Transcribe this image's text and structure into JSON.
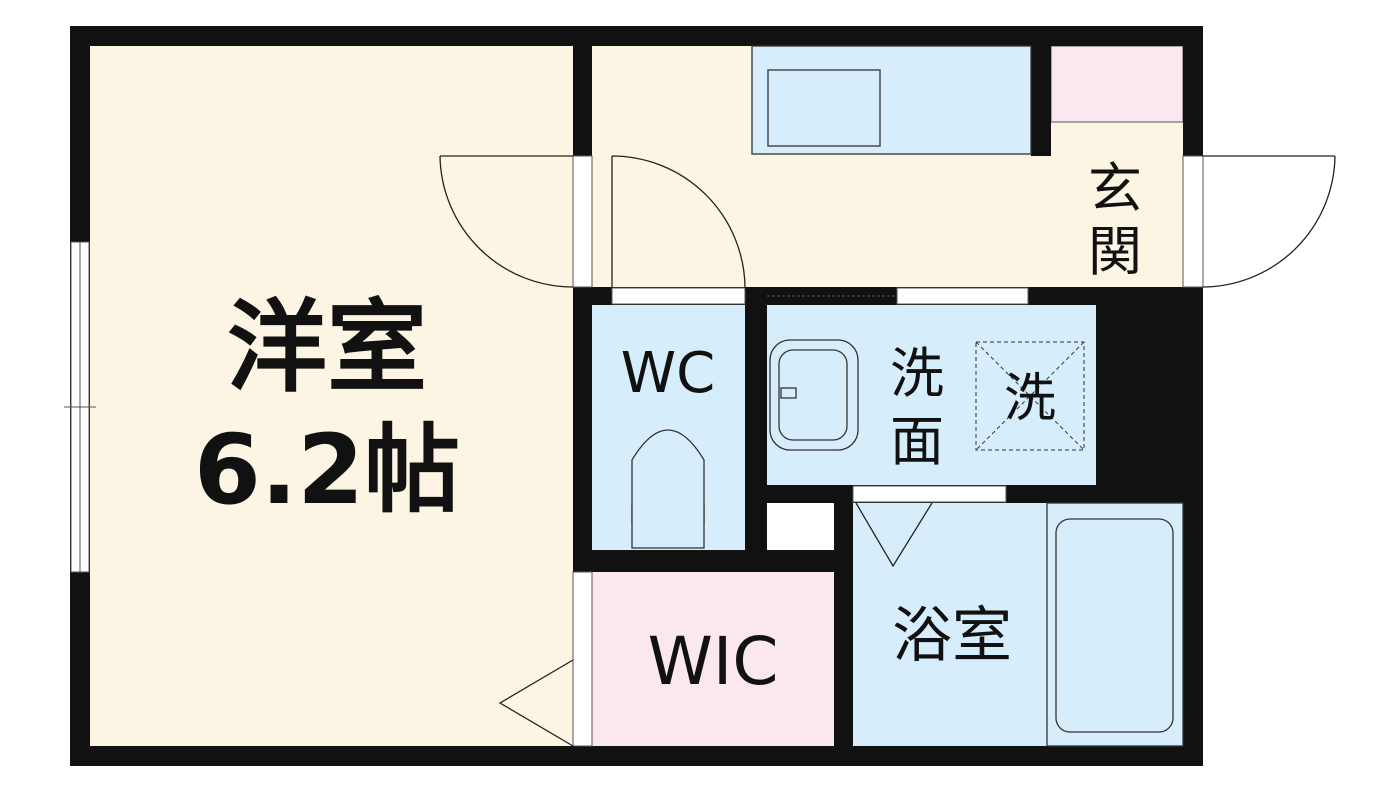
{
  "rooms": {
    "western_room": {
      "name": "洋室",
      "size": "6.2帖"
    },
    "toilet": {
      "name": "WC"
    },
    "walk_in_closet": {
      "name": "WIC"
    },
    "washroom": {
      "name_line1": "洗",
      "name_line2": "面"
    },
    "washer_space": {
      "name": "洗"
    },
    "bathroom": {
      "name": "浴室"
    },
    "entrance": {
      "name_line1": "玄",
      "name_line2": "関"
    }
  },
  "colors": {
    "wall": "#111111",
    "floor_wood": "#fdf5e3",
    "wet_area": "#d6eefb",
    "storage": "#fbe7ef"
  }
}
